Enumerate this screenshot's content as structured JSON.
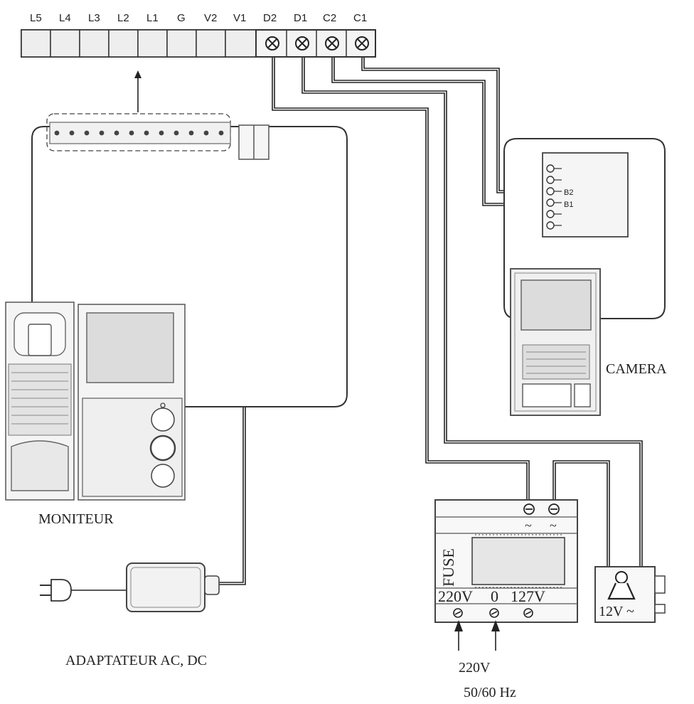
{
  "terminal_strip": {
    "terminals": [
      "L5",
      "L4",
      "L3",
      "L2",
      "L1",
      "G",
      "V2",
      "V1",
      "D2",
      "D1",
      "C2",
      "C1"
    ]
  },
  "camera_terminals": {
    "b2": "B2",
    "b1": "B1"
  },
  "labels": {
    "camera": "CAMERA",
    "moniteur": "MONITEUR",
    "adapter": "ADAPTATEUR AC, DC"
  },
  "power_supply": {
    "fuse": "FUSE",
    "v220": "220V",
    "v0": "0",
    "v127": "127V",
    "tilde1": "~",
    "tilde2": "~"
  },
  "mains": {
    "voltage": "220V",
    "frequency": "50/60 Hz"
  },
  "lock": {
    "label": "12V ~"
  }
}
